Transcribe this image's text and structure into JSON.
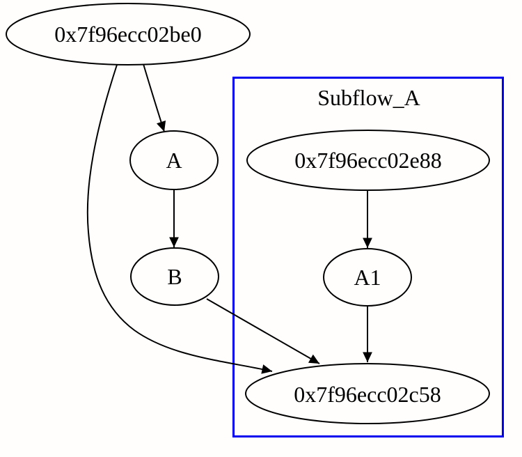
{
  "diagram": {
    "type": "directed-graph",
    "colors": {
      "background": "#fffefc",
      "node_stroke": "#000000",
      "edge": "#000000",
      "text": "#000000",
      "cluster_border": "#0202ee"
    },
    "cluster": {
      "label": "Subflow_A"
    },
    "nodes": {
      "be0": {
        "label": "0x7f96ecc02be0"
      },
      "A": {
        "label": "A"
      },
      "B": {
        "label": "B"
      },
      "e88": {
        "label": "0x7f96ecc02e88"
      },
      "A1": {
        "label": "A1"
      },
      "c58": {
        "label": "0x7f96ecc02c58"
      }
    },
    "edges": [
      {
        "from": "0x7f96ecc02be0",
        "to": "A"
      },
      {
        "from": "0x7f96ecc02be0",
        "to": "0x7f96ecc02c58"
      },
      {
        "from": "A",
        "to": "B"
      },
      {
        "from": "B",
        "to": "0x7f96ecc02c58"
      },
      {
        "from": "0x7f96ecc02e88",
        "to": "A1"
      },
      {
        "from": "A1",
        "to": "0x7f96ecc02c58"
      }
    ]
  }
}
